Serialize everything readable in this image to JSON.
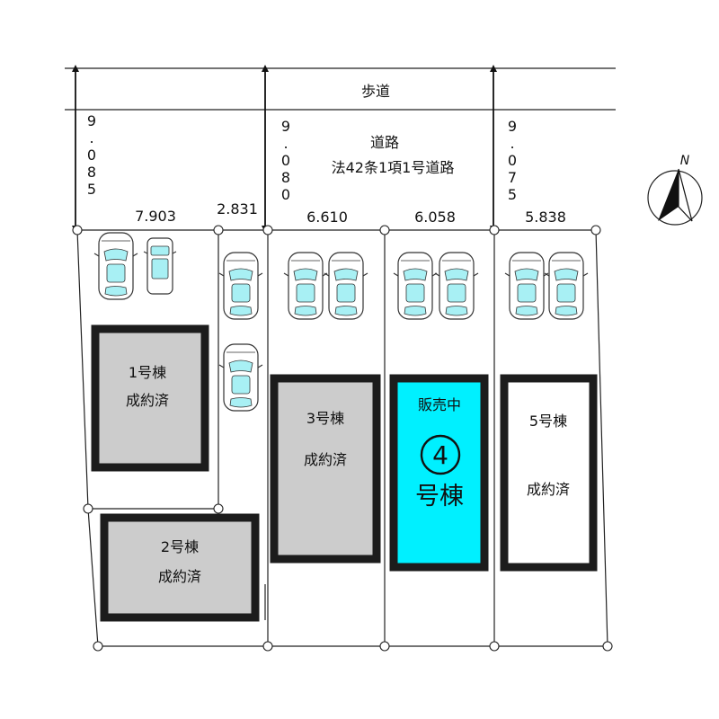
{
  "road": {
    "sidewalk_label": "歩道",
    "road_name": "道路",
    "road_law": "法42条1項1号道路"
  },
  "frontage_depths": [
    "9.085",
    "9.080",
    "9.075"
  ],
  "frontage_widths": [
    "7.903",
    "2.831",
    "6.610",
    "6.058",
    "5.838"
  ],
  "compass": {
    "label": "N"
  },
  "buildings": [
    {
      "id": "1",
      "name": "1号棟",
      "status": "成約済",
      "fill": "#cccccc"
    },
    {
      "id": "2",
      "name": "2号棟",
      "status": "成約済",
      "fill": "#cccccc"
    },
    {
      "id": "3",
      "name": "3号棟",
      "status": "成約済",
      "fill": "#cccccc"
    },
    {
      "id": "4",
      "status": "販売中",
      "number": "4",
      "suffix": "号棟",
      "fill": "#00f0ff"
    },
    {
      "id": "5",
      "name": "5号棟",
      "status": "成約済",
      "fill": "#ffffff"
    }
  ],
  "colors": {
    "for_sale": "#00f0ff",
    "sold": "#cccccc",
    "outline": "#1c1c1c",
    "car_glass": "#a8f0f4"
  }
}
